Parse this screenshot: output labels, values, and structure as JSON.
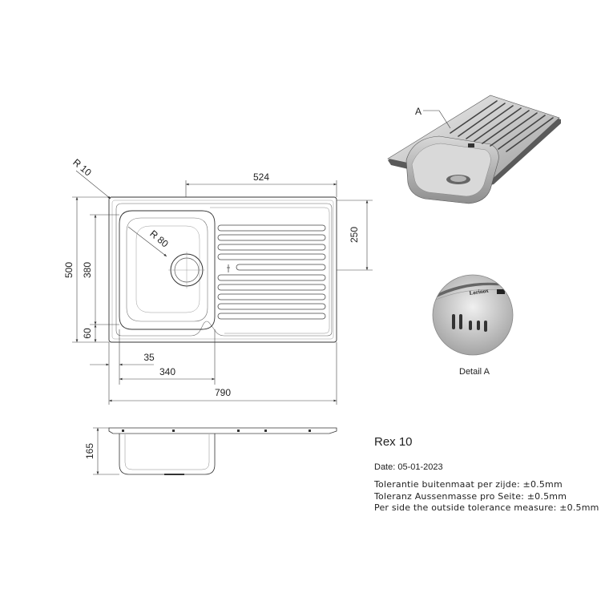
{
  "title": "Rex 10",
  "date": "Date: 05-01-2023",
  "tolerances": [
    "Tolerantie buitenmaat per zijde: ±0.5mm",
    "Toleranz Aussenmasse pro Seite: ±0.5mm",
    "Per side the outside tolerance measure: ±0.5mm"
  ],
  "detail_caption": "Detail A",
  "detail_marker": "A",
  "brand_mark": "Lorinox",
  "dimensions": {
    "corner_radius": "R 10",
    "bowl_radius": "R 80",
    "drainer_length": "524",
    "drainer_height": "250",
    "overall_height": "500",
    "bowl_height": "380",
    "bottom_offset": "60",
    "left_offset": "35",
    "bowl_width": "340",
    "overall_width": "790",
    "depth": "165"
  },
  "colors": {
    "line": "#333333",
    "dim_line": "#444444",
    "sink_fill": "#e4e4e4",
    "sink_dark": "#7a7a7a"
  }
}
